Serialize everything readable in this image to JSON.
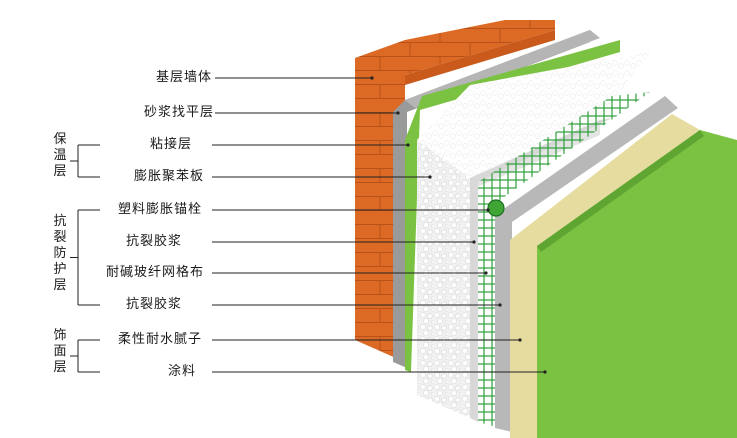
{
  "layers": [
    {
      "key": "base-wall",
      "label": "基层墙体",
      "color": "#d9621f"
    },
    {
      "key": "leveling-mortar",
      "label": "砂浆找平层",
      "color": "#9a9a9a"
    },
    {
      "key": "adhesive-layer",
      "label": "粘接层",
      "color": "#7cc242"
    },
    {
      "key": "eps-board",
      "label": "膨胀聚苯板",
      "color": "#efefef"
    },
    {
      "key": "plastic-anchor",
      "label": "塑料膨胀锚栓",
      "color": "#3fa535"
    },
    {
      "key": "anti-crack-mortar-1",
      "label": "抗裂胶浆",
      "color": "#d8d8d8"
    },
    {
      "key": "fiberglass-mesh",
      "label": "耐碱玻纤网格布",
      "color": "#2e9e3a"
    },
    {
      "key": "anti-crack-mortar-2",
      "label": "抗裂胶浆",
      "color": "#b8b8b8"
    },
    {
      "key": "flexible-putty",
      "label": "柔性耐水腻子",
      "color": "#e6dca0"
    },
    {
      "key": "paint-coating",
      "label": "涂料",
      "color": "#7cc242"
    }
  ],
  "groups": [
    {
      "key": "insulation",
      "label": "保温层"
    },
    {
      "key": "crack-protection",
      "label": "抗裂防护层"
    },
    {
      "key": "finish",
      "label": "饰面层"
    }
  ]
}
